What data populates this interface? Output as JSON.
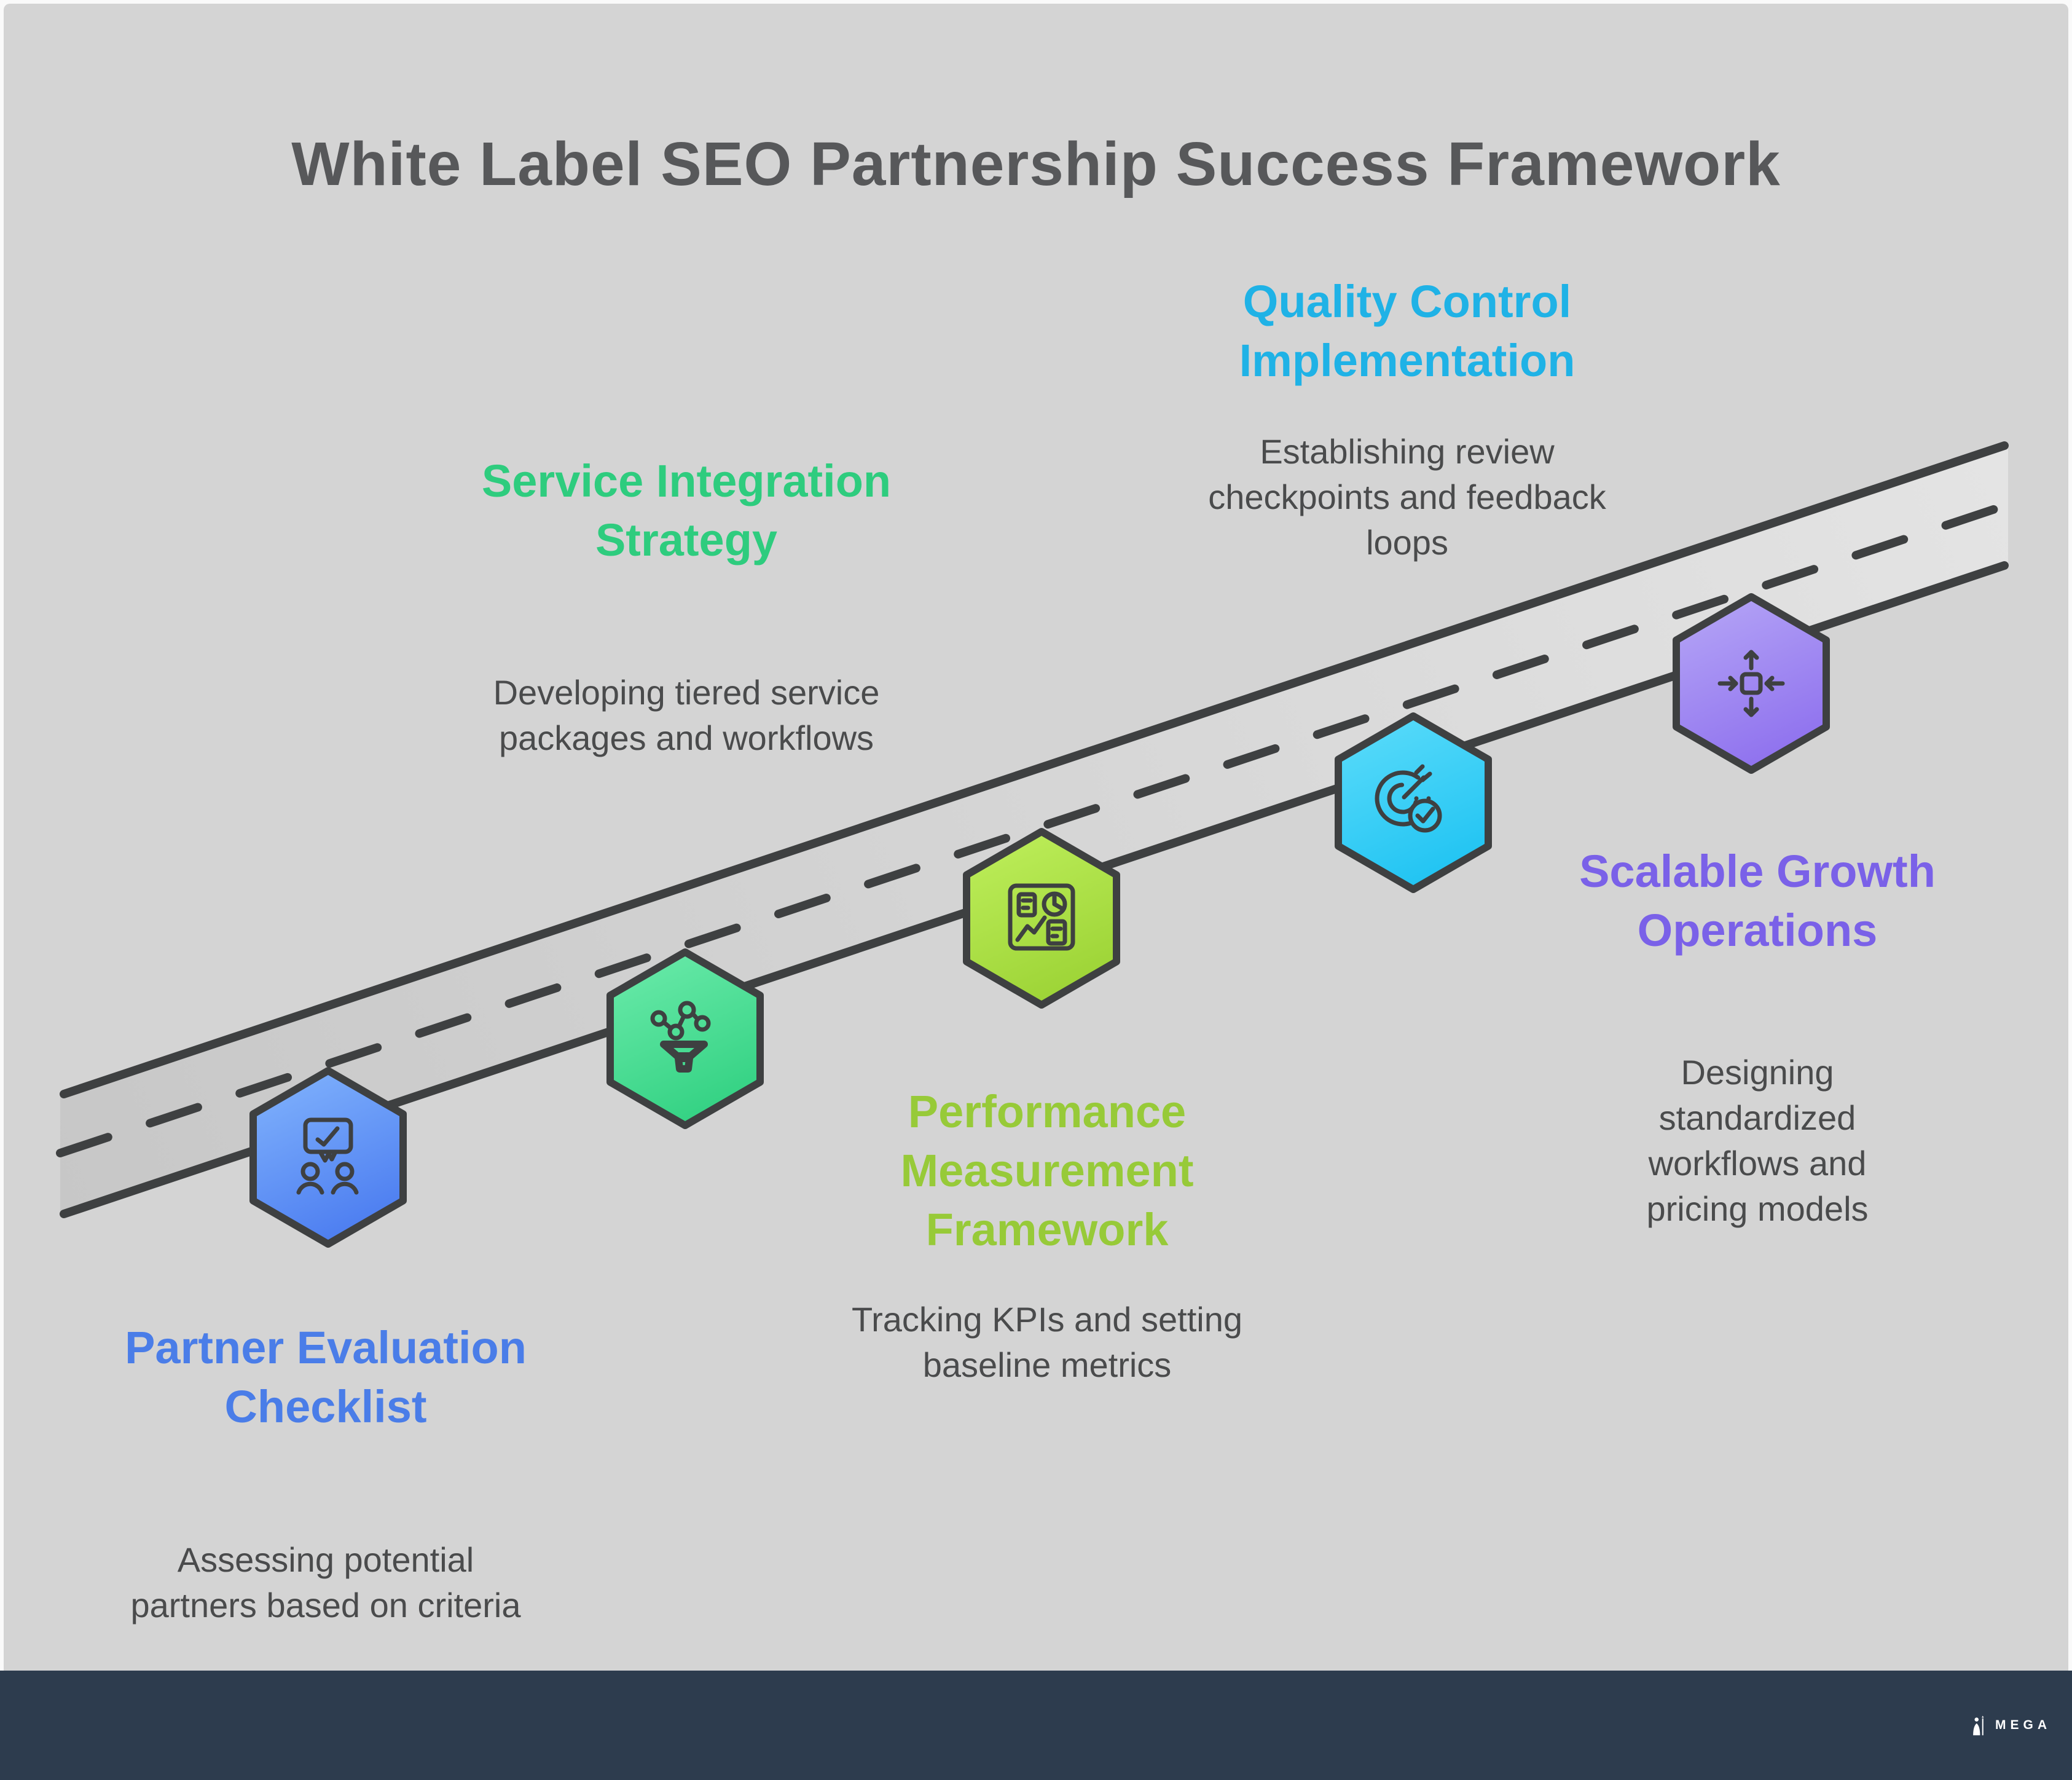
{
  "page": {
    "title": "White Label SEO Partnership Success Framework"
  },
  "colors": {
    "background": "#d4d4d4",
    "frame": "#fafafa",
    "stroke": "#3e4041",
    "title": "#57585a",
    "description": "#4a4b4c",
    "road_light": "#e4e4e4",
    "road_dark": "#c7c7c7",
    "footer_bg": "#2d3c4e",
    "footer_text": "#ffffff"
  },
  "steps": [
    {
      "title": "Partner Evaluation Checklist",
      "description": "Assessing potential partners based on criteria",
      "title_color": "#4a7de8",
      "hex_gradient_top": "#7fb1fc",
      "hex_gradient_bottom": "#4b7cf0",
      "icon": "partner-evaluation-icon"
    },
    {
      "title": "Service Integration Strategy",
      "description": "Developing tiered service packages and workflows",
      "title_color": "#2ecc7e",
      "hex_gradient_top": "#69eaa9",
      "hex_gradient_bottom": "#32d182",
      "icon": "service-integration-icon"
    },
    {
      "title": "Performance Measurement Framework",
      "description": "Tracking KPIs and setting baseline metrics",
      "title_color": "#97ca38",
      "hex_gradient_top": "#bdee5a",
      "hex_gradient_bottom": "#9cd335",
      "icon": "performance-dashboard-icon"
    },
    {
      "title": "Quality Control Implementation",
      "description": "Establishing review checkpoints and feedback loops",
      "title_color": "#1fb2e6",
      "hex_gradient_top": "#59dbfa",
      "hex_gradient_bottom": "#1fc3f2",
      "icon": "quality-control-icon"
    },
    {
      "title": "Scalable Growth Operations",
      "description": "Designing standardized workflows and pricing models",
      "title_color": "#7a61e8",
      "hex_gradient_top": "#b4a4f6",
      "hex_gradient_bottom": "#8e70ee",
      "icon": "scalable-growth-icon"
    }
  ],
  "footer": {
    "brand": "MEGA",
    "logo": "mega-statue-logo"
  }
}
